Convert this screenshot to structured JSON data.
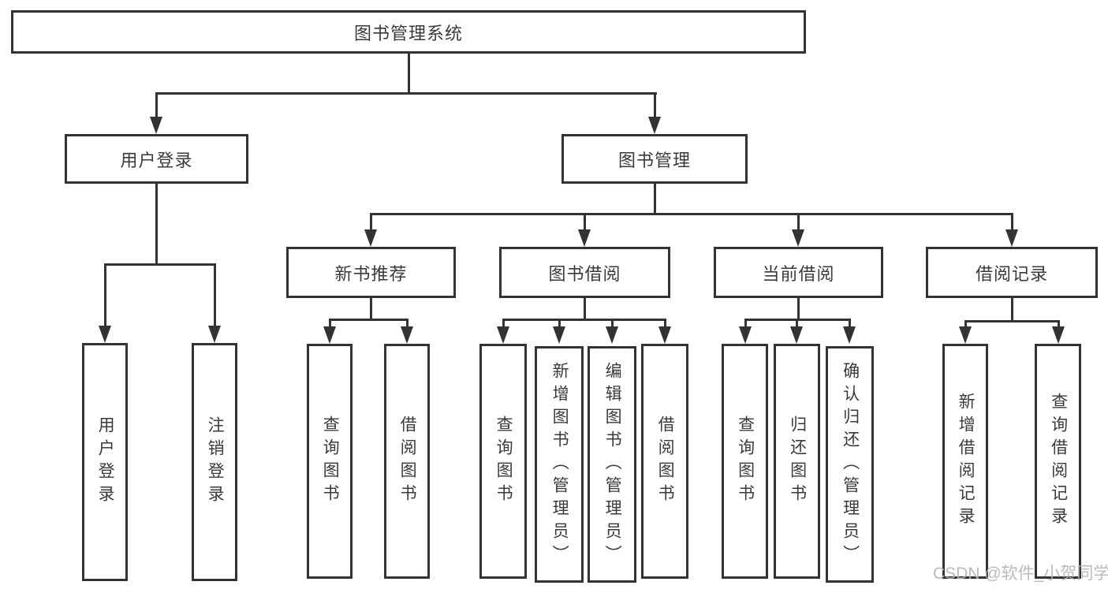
{
  "nodes": {
    "root": "图书管理系统",
    "user_login": "用户登录",
    "book_management": "图书管理",
    "new_book_recommend": "新书推荐",
    "book_borrow": "图书借阅",
    "current_borrow": "当前借阅",
    "borrow_record": "借阅记录",
    "ul_user_login": "用户登录",
    "ul_logout": "注销登录",
    "nb_query_book": "查询图书",
    "nb_borrow_book": "借阅图书",
    "bb_query_book": "查询图书",
    "bb_add_book": "新增图书（管理员）",
    "bb_edit_book": "编辑图书（管理员）",
    "bb_borrow_book": "借阅图书",
    "cb_query_book": "查询图书",
    "cb_return_book": "归还图书",
    "cb_confirm_return": "确认归还（管理员）",
    "br_add_record": "新增借阅记录",
    "br_query_record": "查询借阅记录"
  },
  "hierarchy": {
    "root": "图书管理系统",
    "children": [
      {
        "label": "用户登录",
        "children": [
          "用户登录",
          "注销登录"
        ]
      },
      {
        "label": "图书管理",
        "children": [
          {
            "label": "新书推荐",
            "children": [
              "查询图书",
              "借阅图书"
            ]
          },
          {
            "label": "图书借阅",
            "children": [
              "查询图书",
              "新增图书（管理员）",
              "编辑图书（管理员）",
              "借阅图书"
            ]
          },
          {
            "label": "当前借阅",
            "children": [
              "查询图书",
              "归还图书",
              "确认归还（管理员）"
            ]
          },
          {
            "label": "借阅记录",
            "children": [
              "新增借阅记录",
              "查询借阅记录"
            ]
          }
        ]
      }
    ]
  },
  "watermark": {
    "text": "CSDN @软件_小贺同学"
  },
  "colors": {
    "line": "#333333",
    "text": "#3a3a3a",
    "background": "#ffffff",
    "watermark": "#b2b2b2"
  }
}
